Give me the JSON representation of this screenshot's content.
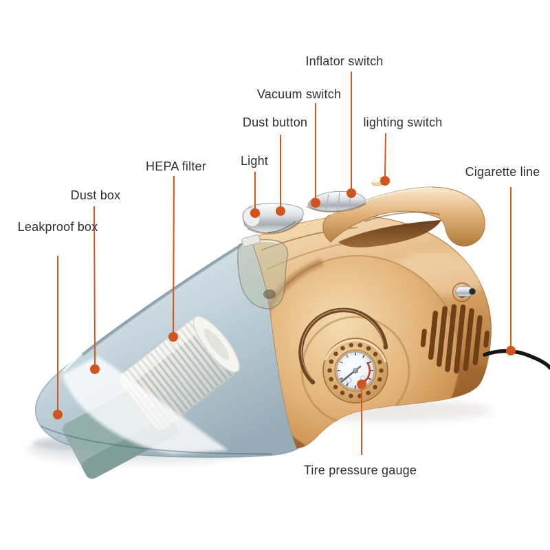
{
  "figure": {
    "kind": "annotated product diagram",
    "subject": "4-in-1 handheld car vacuum cleaner with tire inflator",
    "background_color": "#FFFFFF",
    "accent_color": "#D4571B",
    "label_text_color": "#2E2E2E",
    "body_gold_color": "#D9A066",
    "dust_box_tint": "#B7CBD4",
    "cord_color": "#1A1A1A"
  },
  "labels": [
    {
      "id": "inflator-switch",
      "text": "Inflator switch"
    },
    {
      "id": "vacuum-switch",
      "text": "Vacuum switch"
    },
    {
      "id": "dust-button",
      "text": "Dust button"
    },
    {
      "id": "lighting-switch",
      "text": "lighting switch"
    },
    {
      "id": "light",
      "text": "Light"
    },
    {
      "id": "hepa-filter",
      "text": "HEPA filter"
    },
    {
      "id": "cigarette-line",
      "text": "Cigarette line"
    },
    {
      "id": "dust-box",
      "text": "Dust box"
    },
    {
      "id": "leakproof-box",
      "text": "Leakproof box"
    },
    {
      "id": "tire-pressure-gauge",
      "text": "Tire pressure gauge"
    }
  ]
}
